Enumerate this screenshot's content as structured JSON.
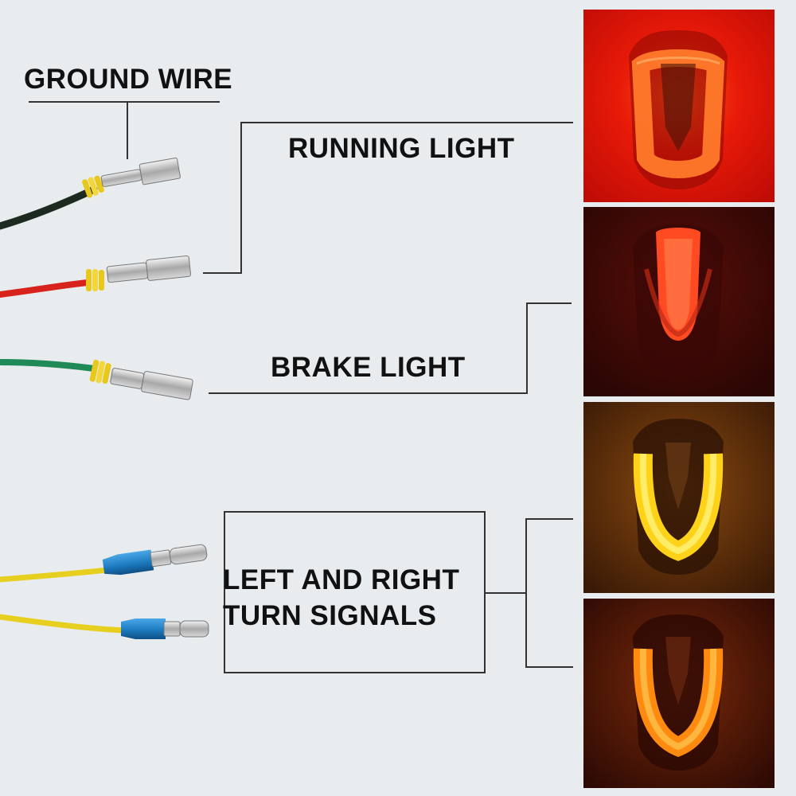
{
  "labels": {
    "ground_wire": "GROUND WIRE",
    "running_light": "RUNNING LIGHT",
    "brake_light": "BRAKE LIGHT",
    "turn_signals_line1": "LEFT AND RIGHT",
    "turn_signals_line2": "TURN SIGNALS"
  },
  "colors": {
    "background": "#e9ecee",
    "wire_black": "#1c2a20",
    "wire_red": "#d8231d",
    "wire_green": "#1f8a55",
    "wire_yellow": "#e6cf1f",
    "insulator_blue": "#1d7bc0",
    "running_glow": "#ff3a12",
    "brake_glow": "#ff4a2a",
    "turn_glow_yellow": "#ffd21a",
    "turn_glow_orange": "#ff8a10"
  },
  "icons": {
    "ground": "black-wire-with-spade-terminal",
    "running": "red-wire-with-spade-terminal",
    "brake": "green-wire-with-spade-terminal",
    "turn_left": "yellow-wire-with-bullet-terminal",
    "turn_right": "yellow-wire-with-bullet-terminal",
    "panels": [
      "running-light-lamp-photo",
      "brake-light-lamp-photo",
      "turn-signal-lamp-photo-yellow",
      "turn-signal-lamp-photo-orange"
    ]
  }
}
